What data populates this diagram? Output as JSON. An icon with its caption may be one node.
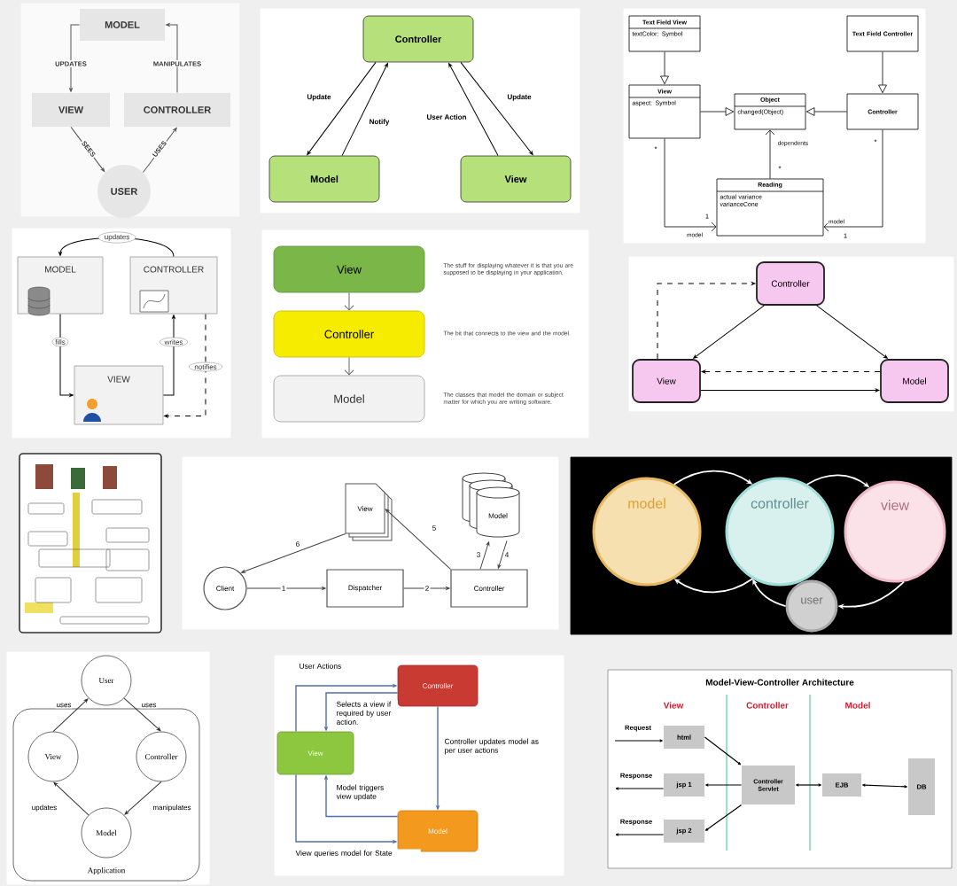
{
  "diagram": {
    "nodes": [
      {
        "text": [
          "MODEL"
        ]
      },
      {
        "text": [
          "VIEW"
        ]
      },
      {
        "text": [
          "CONTROLLER"
        ]
      },
      {
        "text": [
          "USER"
        ]
      },
      {
        "text": [
          "Controller"
        ]
      },
      {
        "text": [
          "Model"
        ]
      },
      {
        "text": [
          "View"
        ]
      },
      {
        "text": [
          "Text Field View",
          "textColor: Symbol"
        ]
      },
      {
        "text": [
          "Text Field Controller"
        ]
      },
      {
        "text": [
          "View",
          "aspect: Symbol"
        ]
      },
      {
        "text": [
          "Object",
          "changed(Object)"
        ]
      },
      {
        "text": [
          "Controller"
        ]
      },
      {
        "text": [
          "Reading",
          "actual variance varianceCone"
        ]
      },
      {
        "text": [
          "MODEL"
        ]
      },
      {
        "text": [
          "CONTROLLER"
        ]
      },
      {
        "text": [
          "VIEW"
        ]
      },
      {
        "text": [
          "View"
        ],
        "beside": [
          "The stuff for displaying whatever it is that you are supposed to be displaying in your application."
        ]
      },
      {
        "text": [
          "Controller"
        ],
        "beside": [
          "The bit that connects to the view and the model."
        ]
      },
      {
        "text": [
          "Model"
        ],
        "beside": [
          "The classes that model the domain or subject matter for which you are writing software."
        ]
      },
      {
        "text": [
          "Controller"
        ]
      },
      {
        "text": [
          "View"
        ]
      },
      {
        "text": [
          "Model"
        ]
      },
      {
        "text": [
          "Client"
        ]
      },
      {
        "text": [
          "Dispatcher"
        ]
      },
      {
        "text": [
          "Controller"
        ]
      },
      {
        "text": [
          "View"
        ]
      },
      {
        "text": [
          "Model"
        ]
      },
      {
        "text": [
          "model"
        ]
      },
      {
        "text": [
          "controller"
        ]
      },
      {
        "text": [
          "view"
        ]
      },
      {
        "text": [
          "user"
        ]
      },
      {
        "text": [
          "User"
        ]
      },
      {
        "text": [
          "Application"
        ]
      },
      {
        "text": [
          "View"
        ],
        "in": 32
      },
      {
        "text": [
          "Controller"
        ],
        "in": 32
      },
      {
        "text": [
          "Model"
        ],
        "in": 32
      },
      {
        "text": [
          "Controller"
        ]
      },
      {
        "text": [
          "View"
        ]
      },
      {
        "text": [
          "Model"
        ]
      },
      {
        "text": [
          "html"
        ]
      },
      {
        "text": [
          "jsp 1"
        ]
      },
      {
        "text": [
          "jsp 2"
        ]
      },
      {
        "text": [
          "Controller Servlet"
        ]
      },
      {
        "text": [
          "EJB"
        ]
      },
      {
        "text": [
          "DB"
        ]
      }
    ],
    "edges": [
      {
        "from": 0,
        "to": 1,
        "arrow": "to",
        "label": "UPDATES"
      },
      {
        "from": 2,
        "to": 0,
        "arrow": "to",
        "label": "MANIPULATES"
      },
      {
        "from": 1,
        "to": 3,
        "arrow": "to",
        "label": "SEES"
      },
      {
        "from": 3,
        "to": 2,
        "arrow": "to",
        "label": "USES"
      },
      {
        "from": 4,
        "to": 5,
        "arrow": "to",
        "label": "Update"
      },
      {
        "from": 5,
        "to": 4,
        "arrow": "to",
        "label": "Notify"
      },
      {
        "from": 6,
        "to": 4,
        "arrow": "to",
        "label": "User Action"
      },
      {
        "from": 4,
        "to": 6,
        "arrow": "to",
        "label": "Update"
      },
      {
        "from": 7,
        "to": 9,
        "arrow": "to"
      },
      {
        "from": 8,
        "to": 11,
        "arrow": "to"
      },
      {
        "from": 9,
        "to": 10,
        "arrow": "to"
      },
      {
        "from": 11,
        "to": 10,
        "arrow": "to"
      },
      {
        "from": 12,
        "to": 10,
        "arrow": "to",
        "label": "dependents"
      },
      {
        "from": 9,
        "to": 12,
        "arrow": "to",
        "label": "model"
      },
      {
        "from": 11,
        "to": 12,
        "arrow": "to",
        "label": "model"
      },
      {
        "from": 14,
        "to": 13,
        "arrow": "to",
        "label": "updates"
      },
      {
        "from": 13,
        "to": 15,
        "arrow": "to",
        "label": "fills"
      },
      {
        "from": 15,
        "to": 14,
        "arrow": "to",
        "label": "writes"
      },
      {
        "from": 14,
        "to": 15,
        "arrow": "to",
        "label": "notifies",
        "style": "dashed"
      },
      {
        "from": 16,
        "to": 17,
        "arrow": "to",
        "color": "#666666"
      },
      {
        "from": 17,
        "to": 18,
        "arrow": "to",
        "color": "#666666"
      },
      {
        "from": 19,
        "to": 20,
        "arrow": "to"
      },
      {
        "from": 19,
        "to": 21,
        "arrow": "to"
      },
      {
        "from": 20,
        "to": 19,
        "arrow": "to",
        "style": "dashed"
      },
      {
        "from": 21,
        "to": 20,
        "arrow": "to",
        "style": "dashed"
      },
      {
        "from": 20,
        "to": 21,
        "arrow": "to"
      },
      {
        "from": 22,
        "to": 23,
        "arrow": "to",
        "label": "1"
      },
      {
        "from": 23,
        "to": 24,
        "arrow": "to",
        "label": "2"
      },
      {
        "from": 24,
        "to": 26,
        "arrow": "to",
        "label": "3"
      },
      {
        "from": 26,
        "to": 24,
        "arrow": "to",
        "label": "4"
      },
      {
        "from": 24,
        "to": 25,
        "arrow": "to",
        "label": "5"
      },
      {
        "from": 25,
        "to": 22,
        "arrow": "to",
        "label": "6"
      },
      {
        "from": 27,
        "to": 28,
        "arrow": "to",
        "color": "#ffffff"
      },
      {
        "from": 28,
        "to": 27,
        "arrow": "to",
        "color": "#ffffff"
      },
      {
        "from": 28,
        "to": 29,
        "arrow": "to",
        "color": "#ffffff"
      },
      {
        "from": 29,
        "to": 30,
        "arrow": "to",
        "color": "#ffffff"
      },
      {
        "from": 30,
        "to": 28,
        "arrow": "to",
        "color": "#ffffff"
      },
      {
        "from": 33,
        "to": 31,
        "arrow": "to",
        "label": "uses"
      },
      {
        "from": 31,
        "to": 34,
        "arrow": "to",
        "label": "uses"
      },
      {
        "from": 34,
        "to": 35,
        "arrow": "to",
        "label": "manipulates"
      },
      {
        "from": 35,
        "to": 33,
        "arrow": "to",
        "label": "updates"
      },
      {
        "from": 37,
        "to": 36,
        "arrow": "to",
        "label": "User Actions",
        "color": "#4f6fa8"
      },
      {
        "from": 36,
        "to": 37,
        "arrow": "to",
        "label": "Selects a view if required by user action.",
        "color": "#4f6fa8"
      },
      {
        "from": 36,
        "to": 38,
        "arrow": "to",
        "label": "Controller updates model as per user actions",
        "color": "#4f6fa8"
      },
      {
        "from": 38,
        "to": 37,
        "arrow": "to",
        "label": "Model triggers view update",
        "color": "#4f6fa8"
      },
      {
        "from": 37,
        "to": 38,
        "arrow": "to",
        "label": "View queries model for State",
        "color": "#4f6fa8"
      },
      {
        "from": null,
        "to": 39,
        "arrow": "to",
        "label": "Request"
      },
      {
        "from": 40,
        "to": null,
        "arrow": "to",
        "label": "Response"
      },
      {
        "from": 41,
        "to": null,
        "arrow": "to",
        "label": "Response"
      },
      {
        "from": 39,
        "to": 42,
        "arrow": "to"
      },
      {
        "from": 42,
        "to": 40,
        "arrow": "to"
      },
      {
        "from": 42,
        "to": 41,
        "arrow": "to"
      },
      {
        "from": 42,
        "to": 43,
        "arrow": "both"
      },
      {
        "from": 43,
        "to": 44,
        "arrow": "both"
      }
    ],
    "labels": [
      "*",
      "*",
      "*",
      "1",
      "1",
      "Model-View-Controller Architecture",
      "View",
      "Controller",
      "Model"
    ]
  }
}
